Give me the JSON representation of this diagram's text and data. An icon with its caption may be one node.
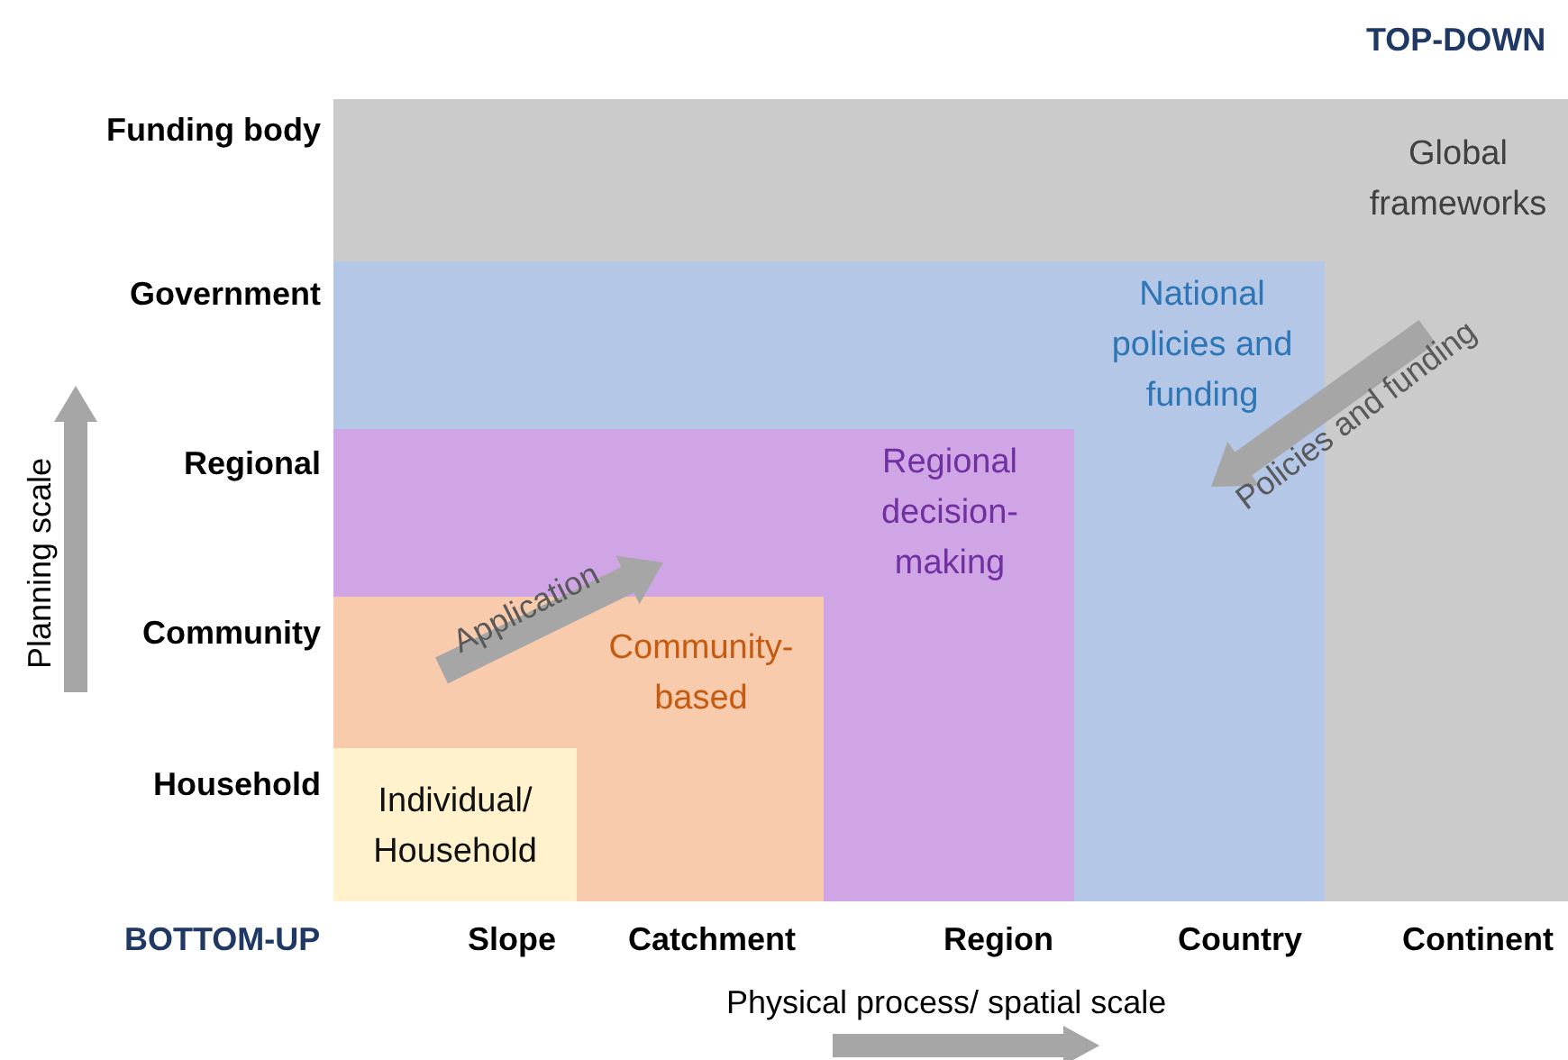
{
  "diagram": {
    "nodes": [
      {
        "text": [
          "Global frameworks"
        ]
      },
      {
        "text": [
          "National policies and funding"
        ],
        "in": 0
      },
      {
        "text": [
          "Regional decision-making"
        ],
        "in": 1
      },
      {
        "text": [
          "Community-based"
        ],
        "in": 2
      },
      {
        "text": [
          "Individual/ Household"
        ],
        "in": 3
      }
    ],
    "labels": [
      "TOP-DOWN",
      "Funding body",
      "Government",
      "Policies and funding",
      "Regional",
      "Application",
      "Planning scale",
      "Community",
      "Household",
      "BOTTOM-UP",
      "Slope",
      "Catchment",
      "Region",
      "Country",
      "Continent",
      "Physical process/ spatial scale"
    ]
  }
}
